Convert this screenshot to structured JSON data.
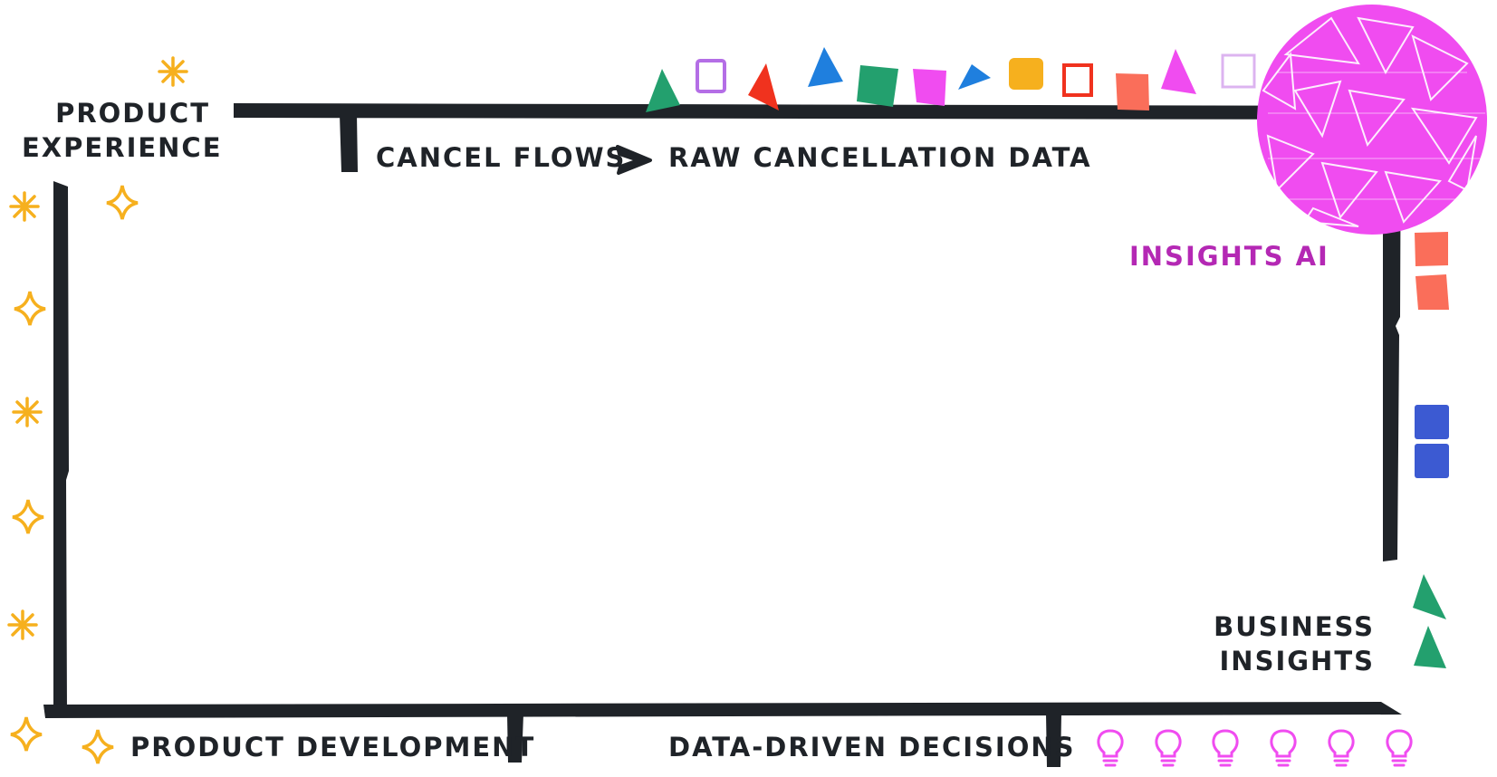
{
  "labels": {
    "product_experience": [
      "PRODUCT",
      "EXPERIENCE"
    ],
    "cancel_flows": "CANCEL FLOWS",
    "arrow_glyph": ">",
    "raw_cancellation_data": "RAW CANCELLATION DATA",
    "insights_ai": "INSIGHTS AI",
    "business_insights": [
      "BUSINESS",
      "INSIGHTS"
    ],
    "product_development": "PRODUCT DEVELOPMENT",
    "data_driven_decisions": "DATA-DRIVEN DECISIONS"
  },
  "colors": {
    "frame": "#1f2328",
    "text": "#1f2328",
    "ai_text": "#b428b4",
    "sparkle": "#f6b01e",
    "pink": "#f04cf0",
    "green": "#23a06e",
    "blue": "#1f7fde",
    "red": "#f0321e",
    "orange_yellow": "#f6b01e",
    "coral": "#fa6e5a",
    "purple": "#b46ee6",
    "lilac": "#dcb4f0",
    "indigo": "#3c5ad2"
  },
  "icons": [
    "sparkle-asterisk-icon",
    "sparkle-star-icon",
    "lightbulb-icon",
    "triangle-icon",
    "square-icon",
    "mosaic-circle-icon"
  ]
}
